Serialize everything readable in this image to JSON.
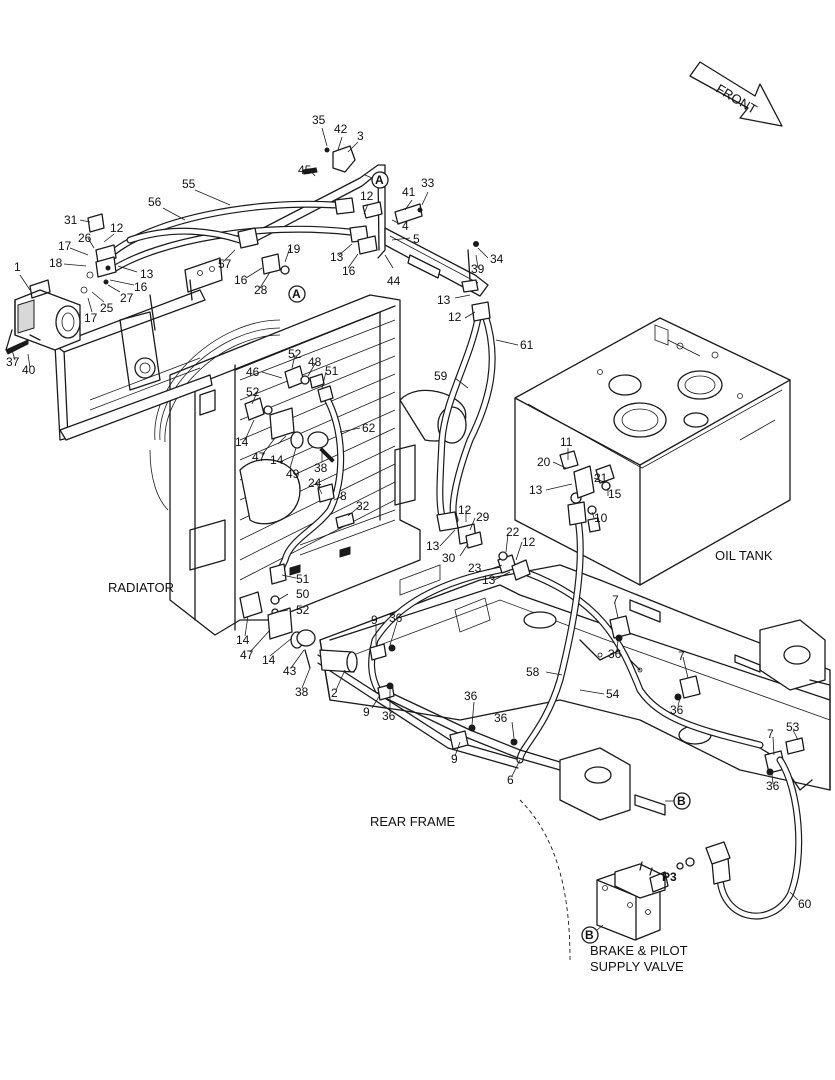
{
  "labels": {
    "front": "FRONT",
    "oil_tank": "OIL TANK",
    "radiator": "RADIATOR",
    "rear_frame": "REAR FRAME",
    "brake_valve_line1": "BRAKE & PILOT",
    "brake_valve_line2": "SUPPLY VALVE",
    "port_p3": "P3"
  },
  "refs": {
    "A": "A",
    "B": "B"
  },
  "callouts": [
    {
      "id": "35",
      "text": "35"
    },
    {
      "id": "42",
      "text": "42"
    },
    {
      "id": "3",
      "text": "3"
    },
    {
      "id": "45",
      "text": "45"
    },
    {
      "id": "55",
      "text": "55"
    },
    {
      "id": "56",
      "text": "56"
    },
    {
      "id": "41",
      "text": "41"
    },
    {
      "id": "33",
      "text": "33"
    },
    {
      "id": "12a",
      "text": "12"
    },
    {
      "id": "31",
      "text": "31"
    },
    {
      "id": "12b",
      "text": "12"
    },
    {
      "id": "26",
      "text": "26"
    },
    {
      "id": "17a",
      "text": "17"
    },
    {
      "id": "18",
      "text": "18"
    },
    {
      "id": "1",
      "text": "1"
    },
    {
      "id": "13a",
      "text": "13"
    },
    {
      "id": "27",
      "text": "27"
    },
    {
      "id": "16a",
      "text": "16"
    },
    {
      "id": "25",
      "text": "25"
    },
    {
      "id": "17b",
      "text": "17"
    },
    {
      "id": "37",
      "text": "37"
    },
    {
      "id": "40",
      "text": "40"
    },
    {
      "id": "4",
      "text": "4"
    },
    {
      "id": "5",
      "text": "5"
    },
    {
      "id": "13b",
      "text": "13"
    },
    {
      "id": "16b",
      "text": "16"
    },
    {
      "id": "44",
      "text": "44"
    },
    {
      "id": "19",
      "text": "19"
    },
    {
      "id": "16c",
      "text": "16"
    },
    {
      "id": "28",
      "text": "28"
    },
    {
      "id": "57",
      "text": "57"
    },
    {
      "id": "39",
      "text": "39"
    },
    {
      "id": "34",
      "text": "34"
    },
    {
      "id": "13c",
      "text": "13"
    },
    {
      "id": "12c",
      "text": "12"
    },
    {
      "id": "61",
      "text": "61"
    },
    {
      "id": "52a",
      "text": "52"
    },
    {
      "id": "48",
      "text": "48"
    },
    {
      "id": "46",
      "text": "46"
    },
    {
      "id": "51a",
      "text": "51"
    },
    {
      "id": "59",
      "text": "59"
    },
    {
      "id": "52b",
      "text": "52"
    },
    {
      "id": "14a",
      "text": "14"
    },
    {
      "id": "47a",
      "text": "47"
    },
    {
      "id": "14b",
      "text": "14"
    },
    {
      "id": "49",
      "text": "49"
    },
    {
      "id": "62",
      "text": "62"
    },
    {
      "id": "38a",
      "text": "38"
    },
    {
      "id": "24",
      "text": "24"
    },
    {
      "id": "8",
      "text": "8"
    },
    {
      "id": "32",
      "text": "32"
    },
    {
      "id": "11",
      "text": "11"
    },
    {
      "id": "20",
      "text": "20"
    },
    {
      "id": "13d",
      "text": "13"
    },
    {
      "id": "21",
      "text": "21"
    },
    {
      "id": "15",
      "text": "15"
    },
    {
      "id": "10",
      "text": "10"
    },
    {
      "id": "12d",
      "text": "12"
    },
    {
      "id": "29",
      "text": "29"
    },
    {
      "id": "13e",
      "text": "13"
    },
    {
      "id": "30",
      "text": "30"
    },
    {
      "id": "22",
      "text": "22"
    },
    {
      "id": "12e",
      "text": "12"
    },
    {
      "id": "23",
      "text": "23"
    },
    {
      "id": "13f",
      "text": "13"
    },
    {
      "id": "51b",
      "text": "51"
    },
    {
      "id": "50",
      "text": "50"
    },
    {
      "id": "52c",
      "text": "52"
    },
    {
      "id": "14c",
      "text": "14"
    },
    {
      "id": "47b",
      "text": "47"
    },
    {
      "id": "14d",
      "text": "14"
    },
    {
      "id": "43",
      "text": "43"
    },
    {
      "id": "38b",
      "text": "38"
    },
    {
      "id": "2",
      "text": "2"
    },
    {
      "id": "9a",
      "text": "9"
    },
    {
      "id": "36a",
      "text": "36"
    },
    {
      "id": "9b",
      "text": "9"
    },
    {
      "id": "36b",
      "text": "36"
    },
    {
      "id": "58",
      "text": "58"
    },
    {
      "id": "54",
      "text": "54"
    },
    {
      "id": "36c",
      "text": "36"
    },
    {
      "id": "36d",
      "text": "36"
    },
    {
      "id": "9c",
      "text": "9"
    },
    {
      "id": "6",
      "text": "6"
    },
    {
      "id": "7a",
      "text": "7"
    },
    {
      "id": "36e",
      "text": "36"
    },
    {
      "id": "7b",
      "text": "7"
    },
    {
      "id": "36f",
      "text": "36"
    },
    {
      "id": "53",
      "text": "53"
    },
    {
      "id": "7c",
      "text": "7"
    },
    {
      "id": "36g",
      "text": "36"
    },
    {
      "id": "60",
      "text": "60"
    }
  ]
}
